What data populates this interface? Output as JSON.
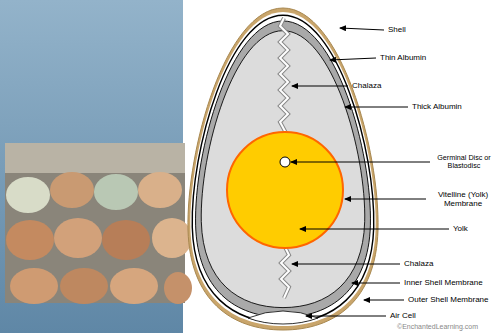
{
  "diagram": {
    "labels": [
      "Shell",
      "Thin Albumin",
      "Chalaza",
      "Thick Albumin",
      "Germinal Disc or Blastodisc",
      "Vitelline (Yolk) Membrane",
      "Yolk",
      "Chalaza",
      "Inner Shell Membrane",
      "Outer Shell Membrane",
      "Air Cell",
      "©EnchantedLearning.com"
    ]
  }
}
